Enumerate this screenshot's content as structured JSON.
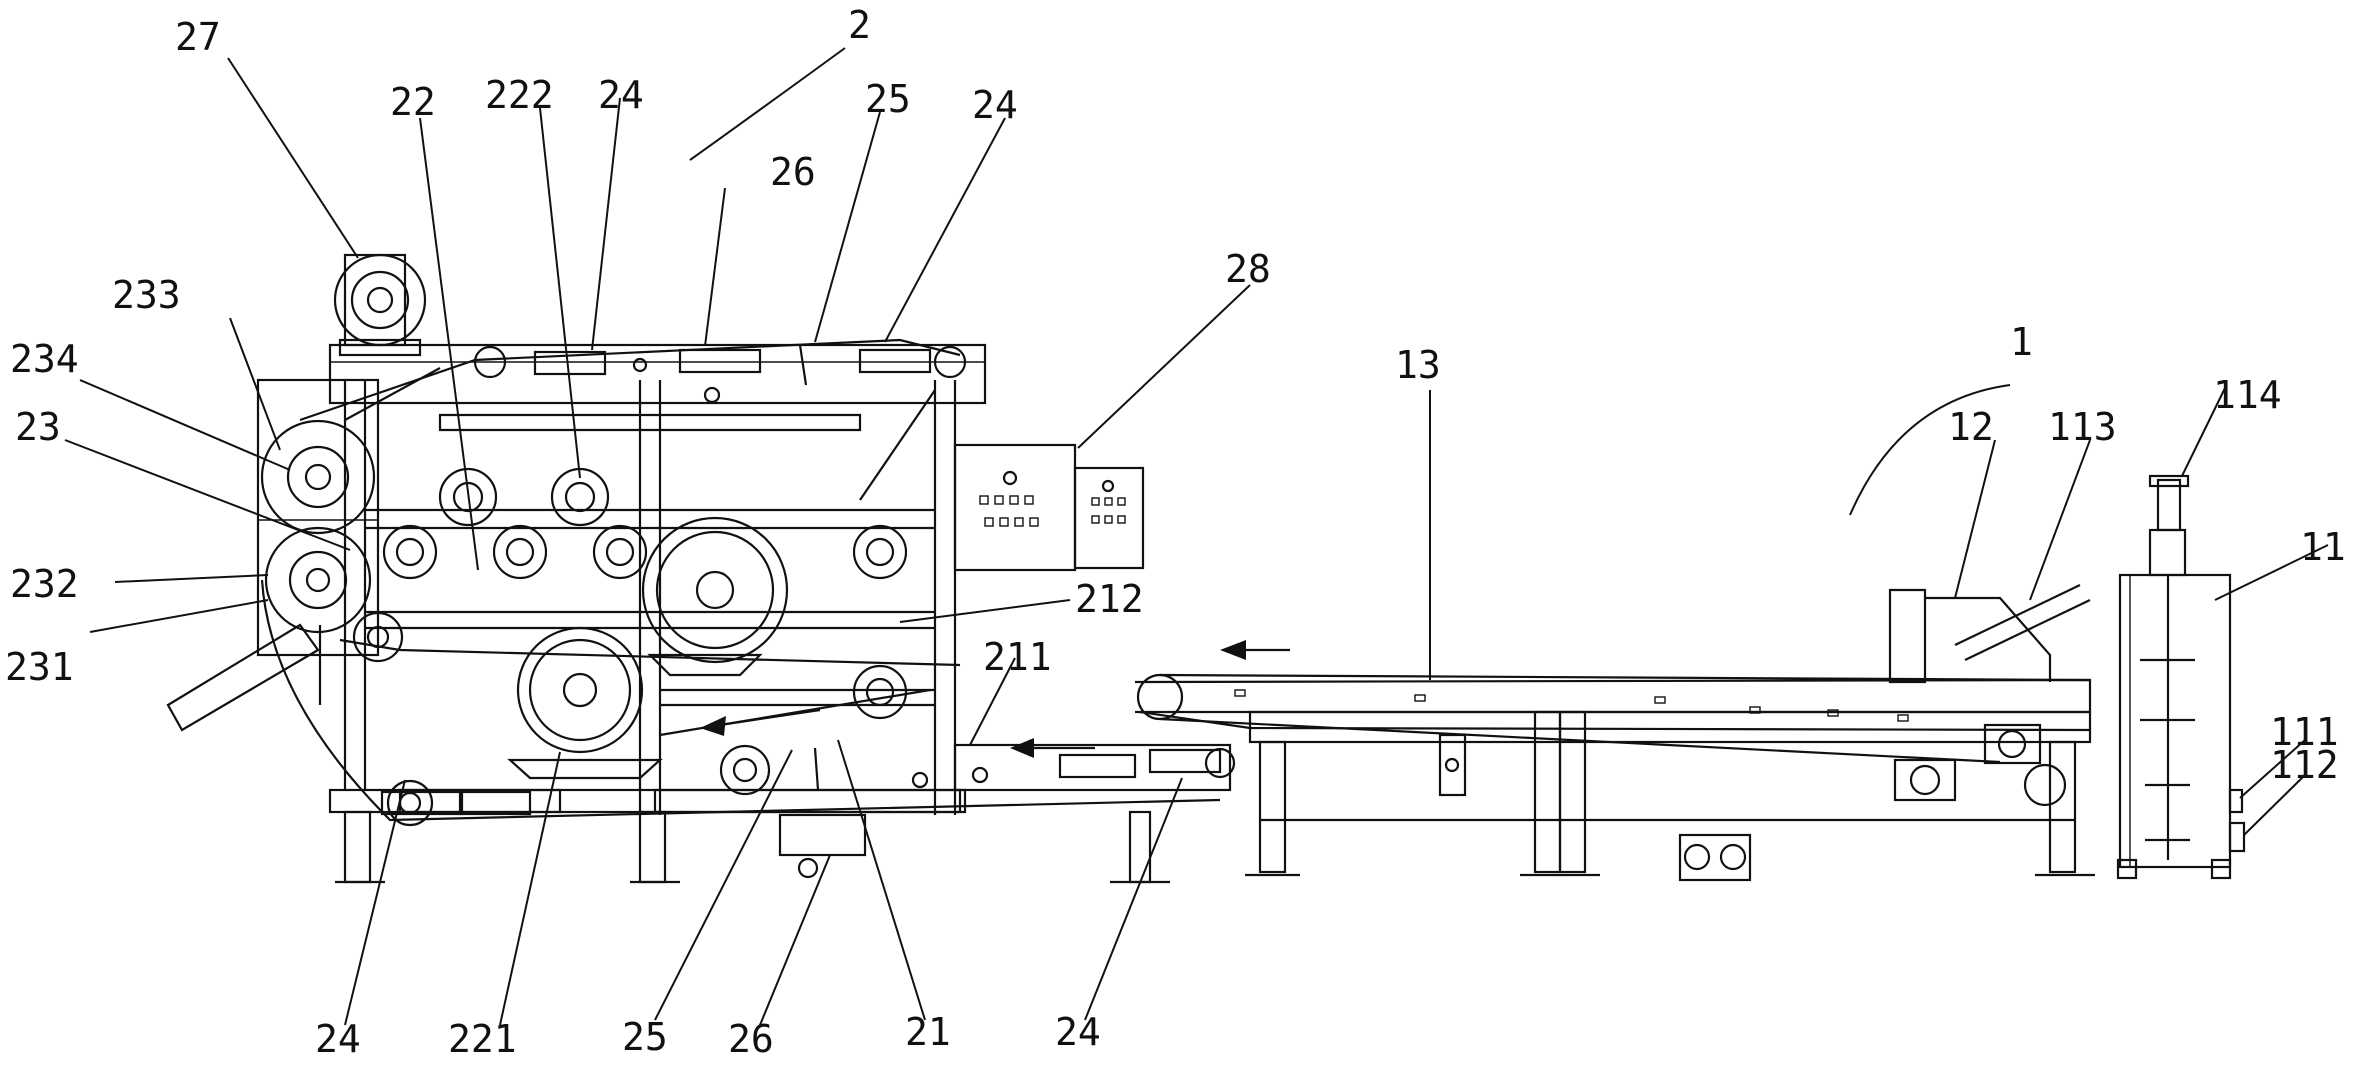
{
  "labels": {
    "l27": "27",
    "l2": "2",
    "l22": "22",
    "l222": "222",
    "l24a": "24",
    "l26a": "26",
    "l25a": "25",
    "l24b": "24",
    "l28": "28",
    "l233": "233",
    "l234": "234",
    "l23": "23",
    "l232": "232",
    "l231": "231",
    "l212": "212",
    "l211": "211",
    "l13": "13",
    "l1": "1",
    "l12": "12",
    "l113": "113",
    "l114": "114",
    "l11": "11",
    "l111": "111",
    "l112": "112",
    "l24c": "24",
    "l221": "221",
    "l25b": "25",
    "l26b": "26",
    "l21": "21",
    "l24d": "24"
  },
  "colors": {
    "line": "#111111",
    "background": "#ffffff"
  }
}
